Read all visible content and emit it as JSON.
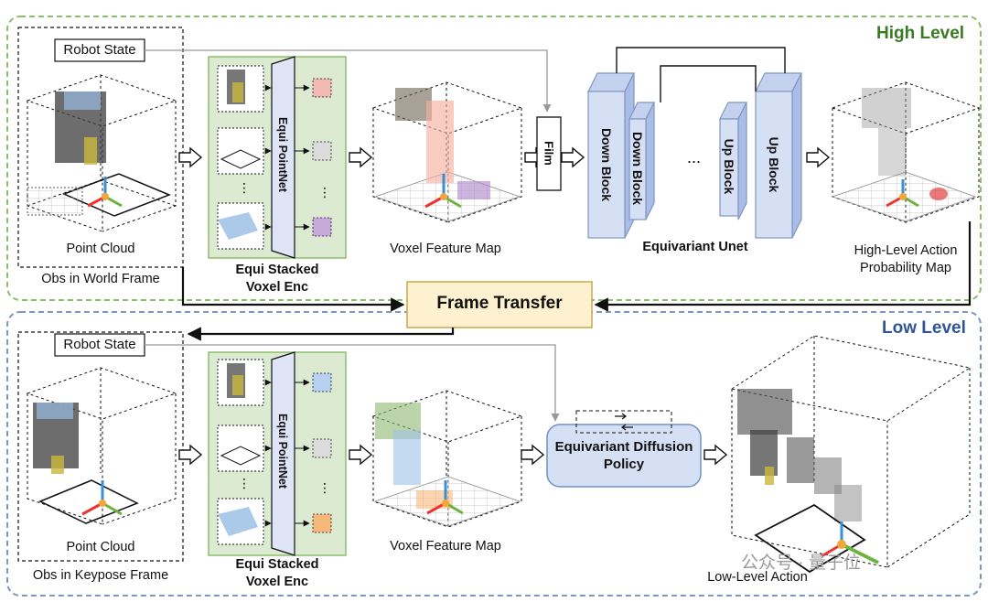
{
  "high_level": {
    "title": "High Level",
    "robot_state": "Robot State",
    "point_cloud": "Point Cloud",
    "obs_frame": "Obs in World Frame",
    "encoder": {
      "line1": "Equi Stacked",
      "line2": "Voxel Enc",
      "pointnet": "Equi PointNet"
    },
    "voxel_feature_map": "Voxel Feature Map",
    "film": "Film",
    "unet": {
      "title": "Equivariant Unet",
      "blocks": [
        "Down Block",
        "Down Block",
        "Up Block",
        "Up Block"
      ],
      "ellipsis": "..."
    },
    "output": {
      "line1": "High-Level Action",
      "line2": "Probability Map"
    }
  },
  "frame_transfer": "Frame Transfer",
  "low_level": {
    "title": "Low Level",
    "robot_state": "Robot State",
    "point_cloud": "Point Cloud",
    "obs_frame": "Obs in Keypose Frame",
    "encoder": {
      "line1": "Equi Stacked",
      "line2": "Voxel Enc",
      "pointnet": "Equi PointNet"
    },
    "voxel_feature_map": "Voxel Feature Map",
    "policy": {
      "line1": "Equivariant Diffusion",
      "line2": "Policy"
    },
    "output": "Low-Level Action"
  },
  "watermark": "公众号 · 量子位",
  "colors": {
    "high_border": "#8cbf6a",
    "low_border": "#7f97c0",
    "encoder_fill": "#dcead2",
    "pointnet_fill": "#dfe4f7",
    "unet_fill": "#d6e0f5",
    "frame_transfer_fill": "#fdf1cf",
    "policy_fill": "#d6e0f5",
    "high_title": "#3a7a22",
    "low_title": "#2f5597"
  }
}
